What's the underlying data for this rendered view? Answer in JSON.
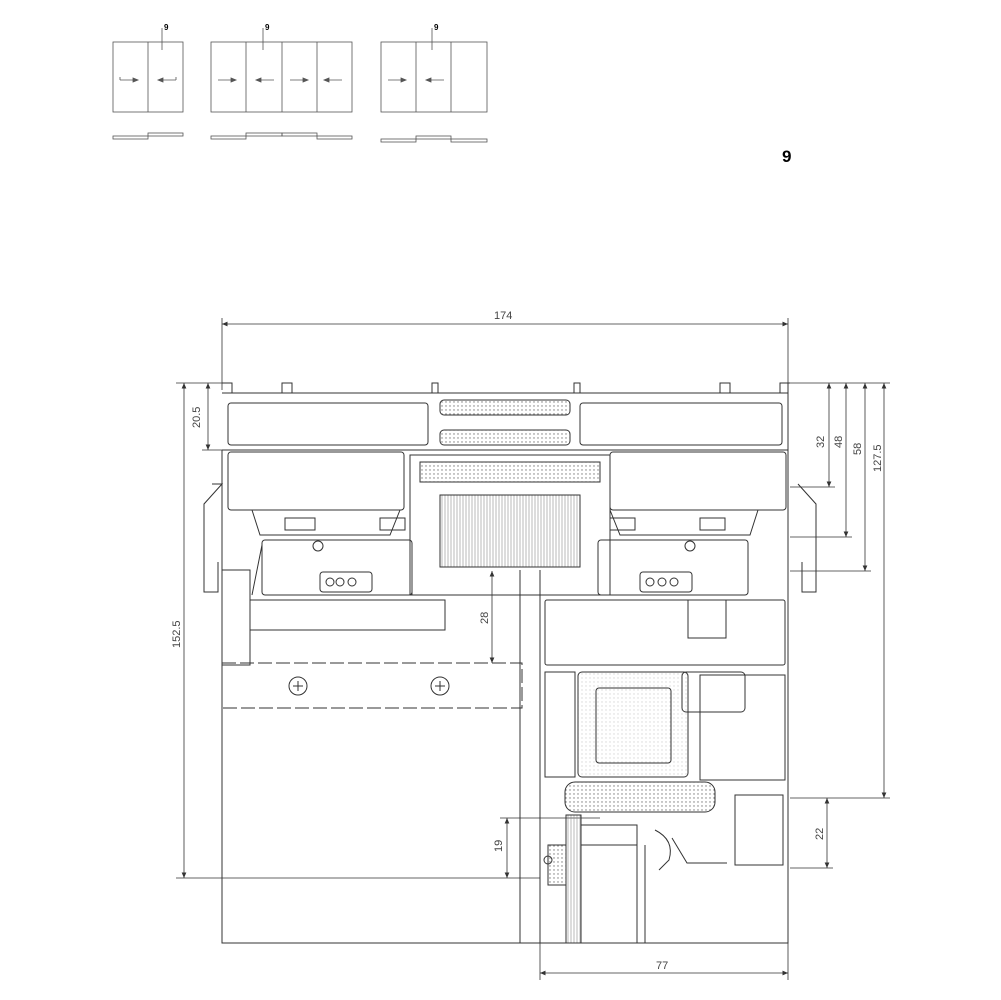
{
  "section_label": "9",
  "thumbnails": [
    {
      "marker": "9",
      "panels": 2
    },
    {
      "marker": "9",
      "panels": 4
    },
    {
      "marker": "9",
      "panels": 3
    }
  ],
  "dimensions": {
    "overall_width": "174",
    "top_band": "20.5",
    "total_height": "152.5",
    "frame_32": "32",
    "frame_48": "48",
    "frame_58": "58",
    "frame_127_5": "127.5",
    "gap_28": "28",
    "glass_19": "19",
    "sill_22": "22",
    "sash_width": "77"
  },
  "colors": {
    "line": "#333333",
    "hatch": "#888888"
  }
}
